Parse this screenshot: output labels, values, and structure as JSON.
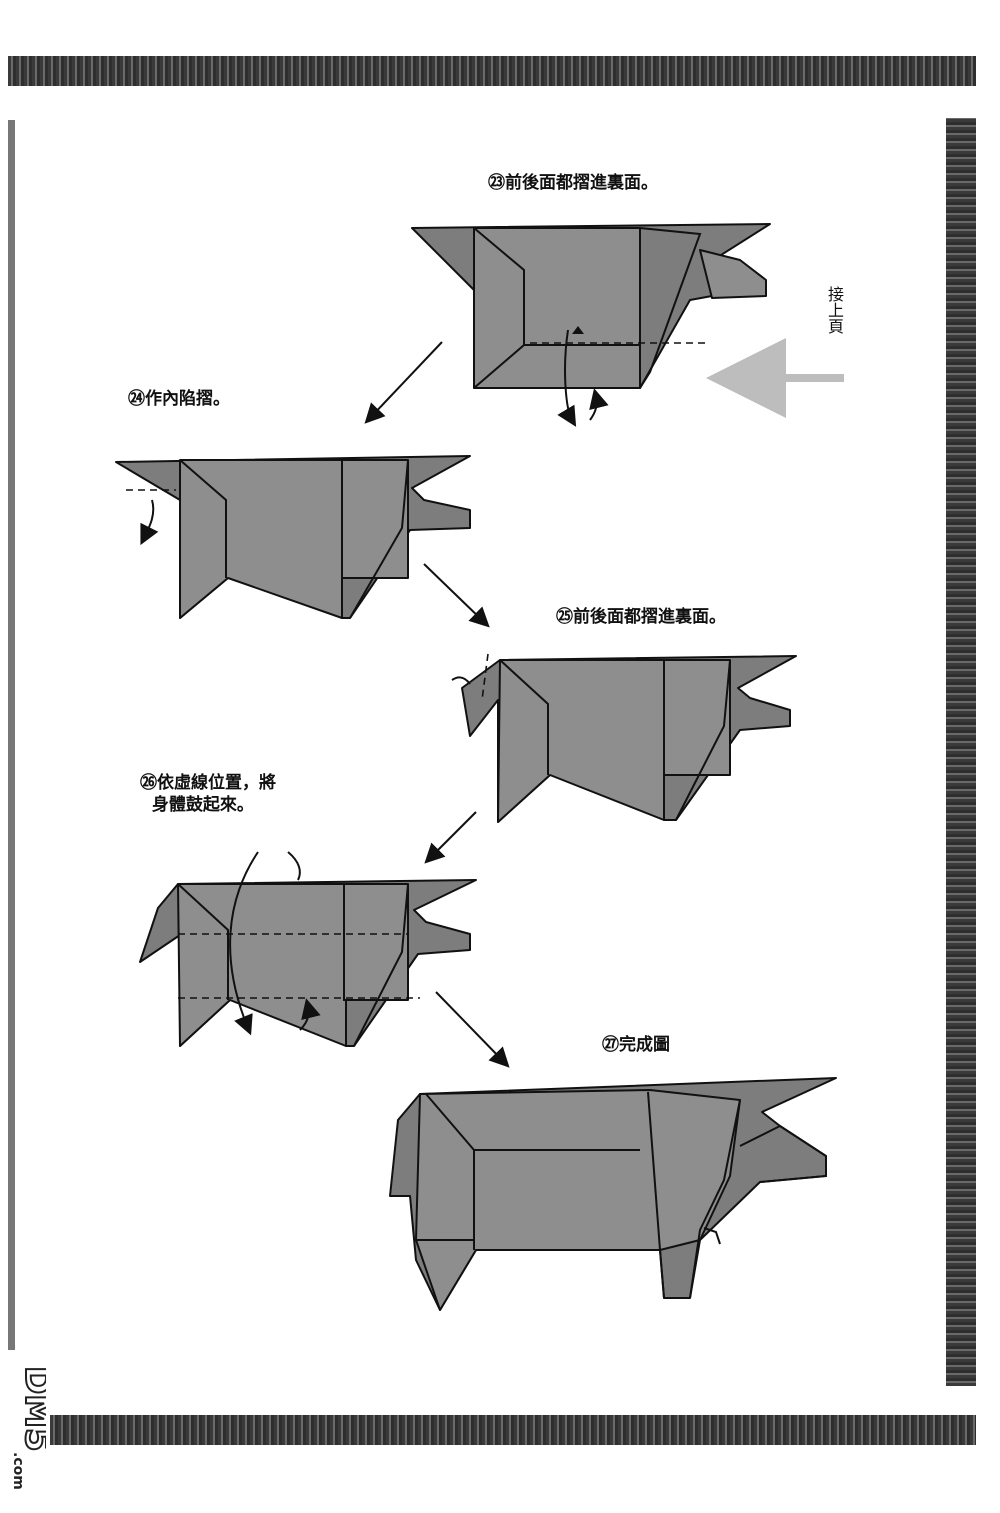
{
  "steps": [
    {
      "caption": "㉓前後面都摺進裏面。"
    },
    {
      "caption": "㉔作內陷摺。"
    },
    {
      "caption": "㉕前後面都摺進裏面。"
    },
    {
      "caption": "㉖依虛線位置，將\n  身體鼓起來。"
    },
    {
      "caption": "㉗完成圖"
    }
  ],
  "continued_label": "接上頁",
  "watermark": "DM5.com"
}
